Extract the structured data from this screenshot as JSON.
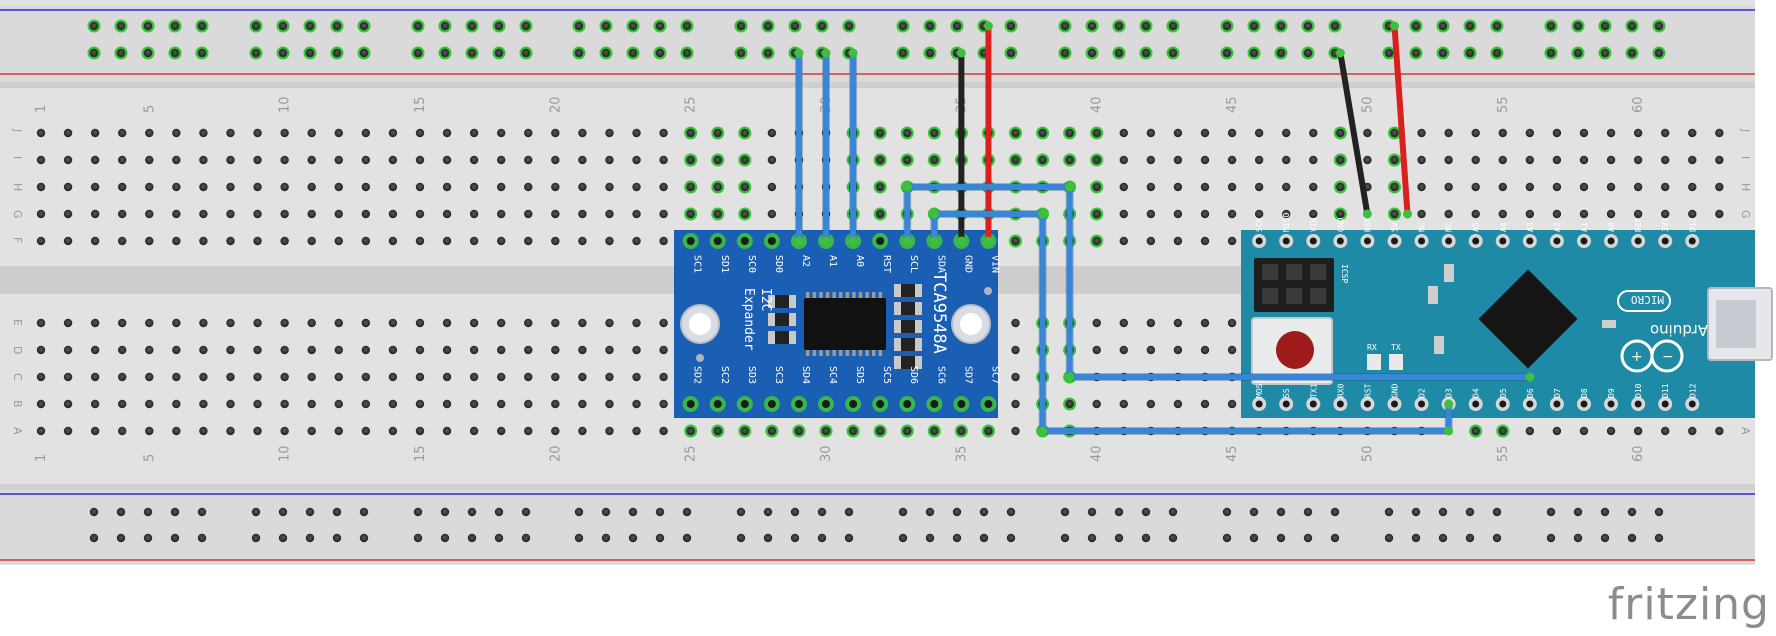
{
  "breadboard": {
    "column_numbers": [
      "1",
      "5",
      "10",
      "15",
      "20",
      "25",
      "30",
      "35",
      "40",
      "45",
      "50",
      "55",
      "60"
    ],
    "row_letters_top": [
      "J",
      "I",
      "H",
      "G",
      "F"
    ],
    "row_letters_bottom": [
      "E",
      "D",
      "C",
      "B",
      "A"
    ]
  },
  "expander": {
    "name": "TCA9548A",
    "subtitle_lines": [
      "I2C",
      "Expander"
    ],
    "top_pins": [
      "SC1",
      "SD1",
      "SC0",
      "SD0",
      "A2",
      "A1",
      "A0",
      "RST",
      "SCL",
      "SDA",
      "GND",
      "VIN"
    ],
    "bottom_pins": [
      "SD2",
      "SC2",
      "SD3",
      "SC3",
      "SD4",
      "SC4",
      "SD5",
      "SC5",
      "SD6",
      "SC6",
      "SD7",
      "SC7"
    ],
    "color": "#1a5fb4"
  },
  "arduino": {
    "model": "MICRO",
    "brand": "Arduino",
    "top_pins": [
      "SCK",
      "MISO",
      "VIN",
      "GND",
      "RST",
      "5V",
      "NC",
      "NC",
      "A5",
      "A4",
      "A3",
      "A2",
      "A1",
      "A0",
      "REF",
      "3V3",
      "D13"
    ],
    "bottom_pins": [
      "MOSI",
      "SS",
      "TX1",
      "RX0",
      "RST",
      "GND",
      "D2",
      "D3",
      "D4",
      "D5",
      "D6",
      "D7",
      "D8",
      "D9",
      "D10",
      "D11",
      "D12"
    ],
    "icsp_label": "ICSP",
    "led_labels": [
      "RX",
      "TX"
    ],
    "color": "#1f8aa6"
  },
  "wire_colors": {
    "blue": "#3a86d6",
    "black": "#222222",
    "red": "#d8201f"
  },
  "footer": {
    "brand": "fritzing"
  }
}
